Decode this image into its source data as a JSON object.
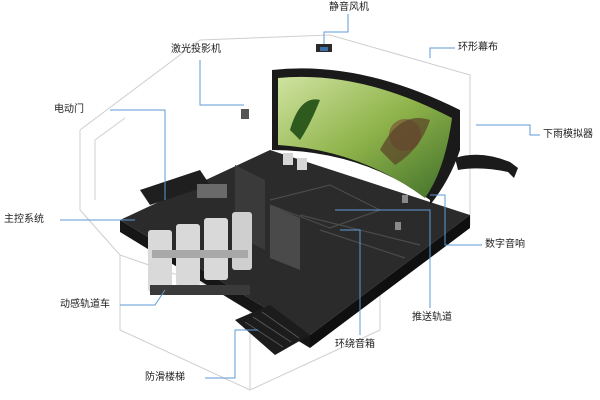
{
  "colors": {
    "leader_line": "#5b9bd5",
    "floor": "#2b2b2b",
    "floor_dark": "#161616",
    "floor_side": "#0f0f0f",
    "screen_frame": "#1a1a1a",
    "seat": "#d9d9d9",
    "room_outline": "#cfcfcf"
  },
  "icons": {
    "screen_image": "dinosaur-jungle-scene",
    "seats": "motion-ride-seats",
    "projector": "laser-projector-box",
    "fan": "quiet-fan-unit",
    "rain_rig": "rain-simulator-arm"
  },
  "labels": {
    "quiet_fan": "静音风机",
    "laser_projector": "激光投影机",
    "curved_screen": "环形幕布",
    "electric_door": "电动门",
    "rain_simulator": "下雨模拟器",
    "main_control": "主控系统",
    "digital_audio": "数字音响",
    "motion_track_car": "动感轨道车",
    "push_track": "推送轨道",
    "surround_speaker": "环绕音箱",
    "antislip_stairs": "防滑楼梯"
  }
}
